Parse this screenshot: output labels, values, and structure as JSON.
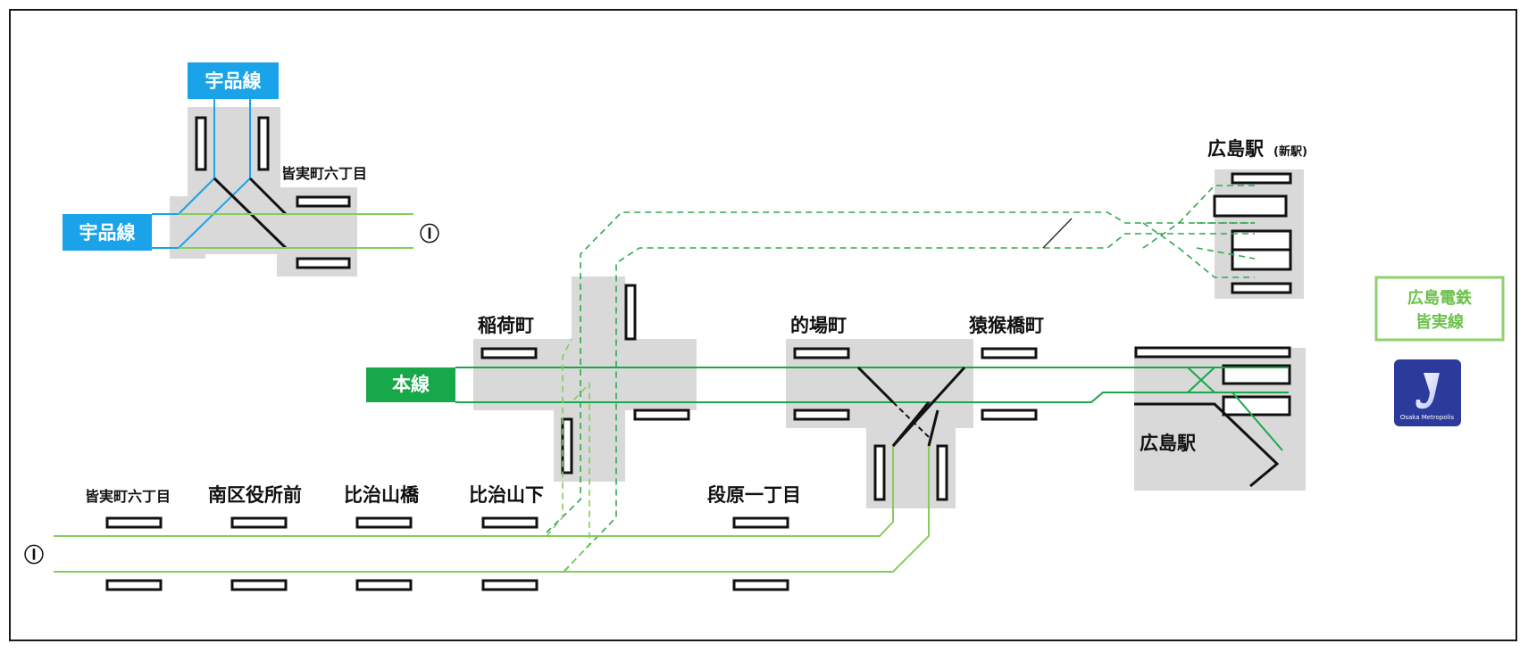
{
  "colors": {
    "ujina": "#1aa3e8",
    "main_line": "#17a84a",
    "light_green": "#86cc5a",
    "dark_green": "#2fa84f",
    "platform_area": "#d9d9d9",
    "track_dark": "#111111",
    "badge_border": "#8fd16a",
    "logo_bg": "#2b3a9b"
  },
  "line_labels": {
    "ujina_top": "宇品線",
    "ujina_left": "宇品線",
    "main": "本線"
  },
  "stations": {
    "minamimachi_6_upper": "皆実町六丁目",
    "hiroshima_new": "広島駅",
    "hiroshima_new_suffix": "(新駅)",
    "inaricho": "稲荷町",
    "matobacho": "的場町",
    "enkobashicho": "猿猴橋町",
    "hiroshima": "広島駅",
    "minamimachi_6_lower": "皆実町六丁目",
    "minamikuyakushomae": "南区役所前",
    "hijiyamabashi": "比治山橋",
    "hijiyamashita": "比治山下",
    "danbara_1": "段原一丁目"
  },
  "markers": {
    "route_upper": "Ⓘ",
    "route_lower": "Ⓘ"
  },
  "badge": {
    "line1": "広島電鉄",
    "line2": "皆実線"
  },
  "logo": {
    "text": "Osaka Metropolis"
  }
}
